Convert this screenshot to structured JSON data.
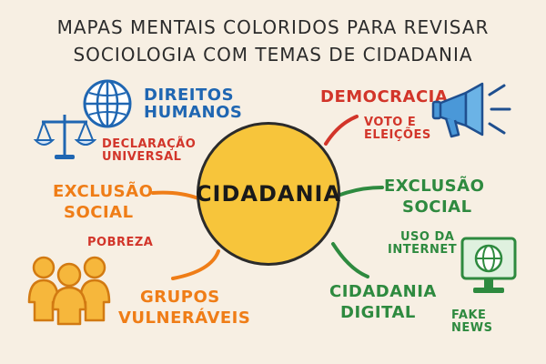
{
  "title": {
    "line1": "MAPAS MENTAIS COLORIDOS PARA REVISAR",
    "line2": "SOCIOLOGIA COM TEMAS DE CIDADANIA"
  },
  "center": {
    "label": "CIDADANIA"
  },
  "branches": {
    "direitos_humanos": {
      "title_line1": "DIREITOS",
      "title_line2": "HUMANOS",
      "sub_line1": "DECLARAÇÃO",
      "sub_line2": "UNIVERSAL",
      "color": "#1f66b2"
    },
    "democracia": {
      "title": "DEMOCRACIA",
      "sub_line1": "VOTO E",
      "sub_line2": "ELEIÇÕES",
      "color": "#d2352a"
    },
    "exclusao_social_left": {
      "title_line1": "EXCLUSÃO",
      "title_line2": "SOCIAL",
      "sub": "POBREZA",
      "color": "#ef7d17"
    },
    "grupos_vulneraveis": {
      "title_line1": "GRUPOS",
      "title_line2": "VULNERÁVEIS",
      "color": "#ef7d17"
    },
    "exclusao_social_right": {
      "title_line1": "EXCLUSÃO",
      "title_line2": "SOCIAL",
      "color": "#2e8a3f"
    },
    "cidadania_digital": {
      "title_line1": "CIDADANIA",
      "title_line2": "DIGITAL",
      "sub1_line1": "USO DA",
      "sub1_line2": "INTERNET",
      "sub2_line1": "FAKE",
      "sub2_line2": "NEWS",
      "color": "#2e8a3f"
    }
  },
  "icons": [
    "globe-icon",
    "scales-icon",
    "megaphone-icon",
    "people-icon",
    "computer-icon"
  ]
}
